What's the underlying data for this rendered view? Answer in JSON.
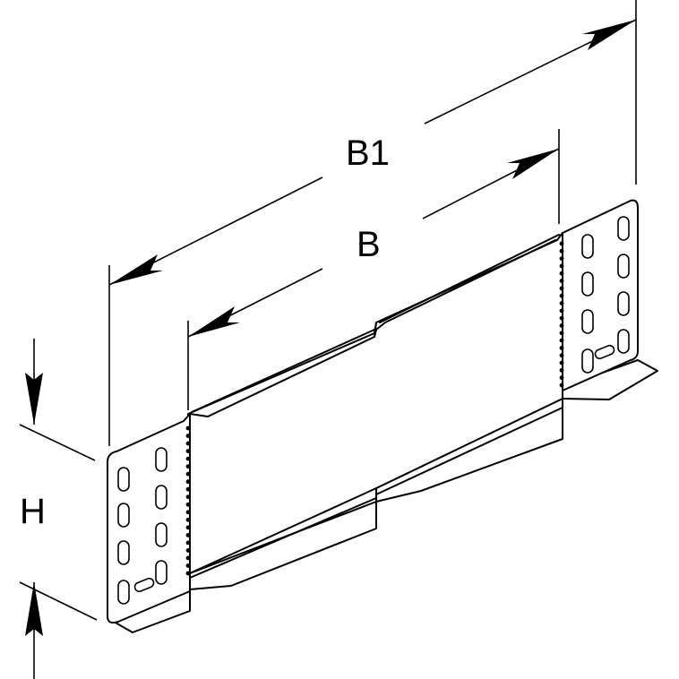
{
  "labels": {
    "b1": "B1",
    "b": "B",
    "h": "H"
  },
  "colors": {
    "line": "#000000",
    "background": "#ffffff"
  }
}
